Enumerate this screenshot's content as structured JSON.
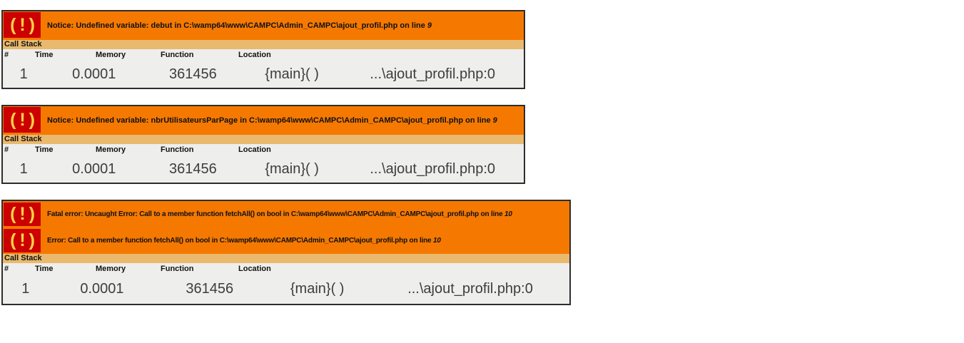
{
  "colors": {
    "error_header_bg": "#f57900",
    "call_stack_bg": "#e9b96e",
    "table_bg": "#eeeeec",
    "icon_bg": "#cc0000",
    "icon_fg": "#ffd24a",
    "border": "#2d2d2d"
  },
  "icon_glyph": "( ! )",
  "call_stack_label": "Call Stack",
  "columns": {
    "num": "#",
    "time": "Time",
    "memory": "Memory",
    "function": "Function",
    "location": "Location"
  },
  "boxes": [
    {
      "messages": [
        {
          "text": "Notice: Undefined variable: debut in C:\\wamp64\\www\\CAMPC\\Admin_CAMPC\\ajout_profil.php on line ",
          "line": "9"
        }
      ],
      "row": {
        "num": "1",
        "time": "0.0001",
        "memory": "361456",
        "function": "{main}( )",
        "location": "...\\ajout_profil.php:0"
      }
    },
    {
      "messages": [
        {
          "text": "Notice: Undefined variable: nbrUtilisateursParPage in C:\\wamp64\\www\\CAMPC\\Admin_CAMPC\\ajout_profil.php on line ",
          "line": "9"
        }
      ],
      "row": {
        "num": "1",
        "time": "0.0001",
        "memory": "361456",
        "function": "{main}( )",
        "location": "...\\ajout_profil.php:0"
      }
    },
    {
      "messages": [
        {
          "text": "Fatal error: Uncaught Error: Call to a member function fetchAll() on bool in C:\\wamp64\\www\\CAMPC\\Admin_CAMPC\\ajout_profil.php on line ",
          "line": "10"
        },
        {
          "text": "Error: Call to a member function fetchAll() on bool in C:\\wamp64\\www\\CAMPC\\Admin_CAMPC\\ajout_profil.php on line ",
          "line": "10"
        }
      ],
      "row": {
        "num": "1",
        "time": "0.0001",
        "memory": "361456",
        "function": "{main}( )",
        "location": "...\\ajout_profil.php:0"
      }
    }
  ]
}
